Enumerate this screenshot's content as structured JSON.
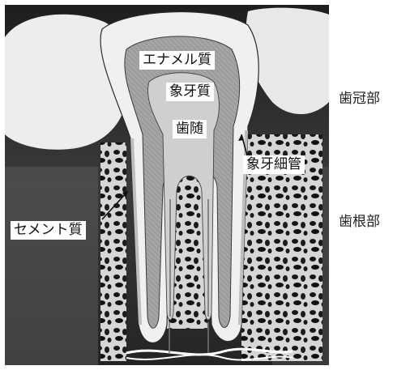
{
  "labels": {
    "enamel": "エナメル質",
    "dentin": "象牙質",
    "pulp": "歯随",
    "dentinal_tubules": "象牙細管",
    "cementum": "セメント質"
  },
  "regions": {
    "crown": "歯冠部",
    "root": "歯根部"
  },
  "colors": {
    "background_dark": "#2c2c2c",
    "bone_light": "#d9d9d9",
    "enamel": "#f2f2f2",
    "dentin": "#9a9a9a",
    "pulp": "#c8c8c8"
  }
}
